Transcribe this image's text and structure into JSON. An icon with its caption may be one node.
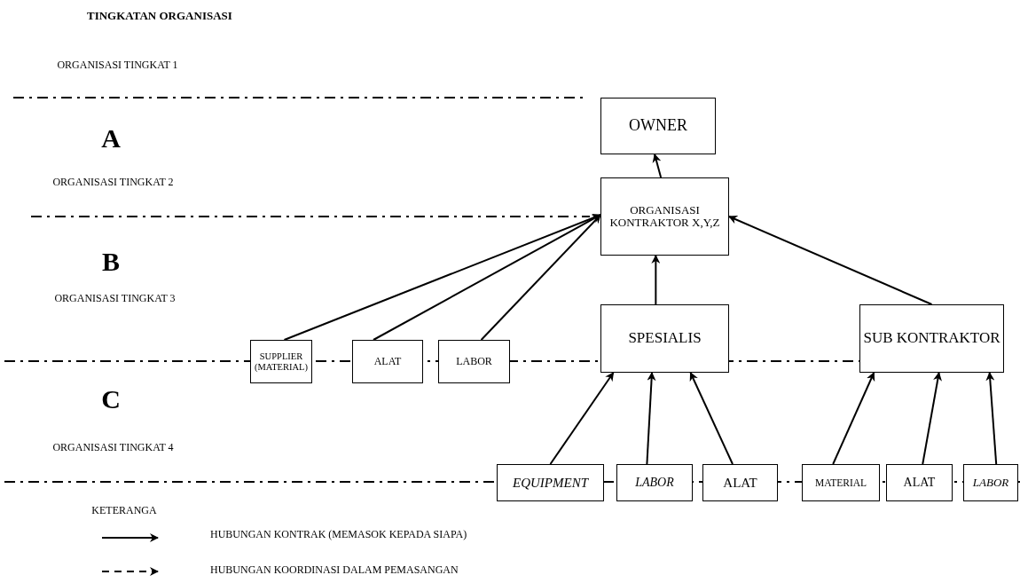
{
  "diagram": {
    "title": "TINGKATAN ORGANISASI",
    "nodes": [
      {
        "text": [
          "OWNER"
        ]
      },
      {
        "text": [
          "ORGANISASI KONTRAKTOR X,Y,Z"
        ]
      },
      {
        "text": [
          "SUPPLIER (MATERIAL)"
        ]
      },
      {
        "text": [
          "ALAT"
        ]
      },
      {
        "text": [
          "LABOR"
        ]
      },
      {
        "text": [
          "SPESIALIS"
        ]
      },
      {
        "text": [
          "SUB KONTRAKTOR"
        ]
      },
      {
        "text": [
          "EQUIPMENT"
        ]
      },
      {
        "text": [
          "LABOR"
        ]
      },
      {
        "text": [
          "ALAT"
        ]
      },
      {
        "text": [
          "MATERIAL"
        ]
      },
      {
        "text": [
          "ALAT"
        ]
      },
      {
        "text": [
          "LABOR"
        ]
      }
    ],
    "edges": [
      {
        "from": 1,
        "to": 0,
        "arrow": "to"
      },
      {
        "from": 2,
        "to": 1,
        "arrow": "to"
      },
      {
        "from": 3,
        "to": 1,
        "arrow": "to"
      },
      {
        "from": 4,
        "to": 1,
        "arrow": "to"
      },
      {
        "from": 5,
        "to": 1,
        "arrow": "to"
      },
      {
        "from": 6,
        "to": 1,
        "arrow": "to"
      },
      {
        "from": 7,
        "to": 5,
        "arrow": "to"
      },
      {
        "from": 8,
        "to": 5,
        "arrow": "to"
      },
      {
        "from": 9,
        "to": 5,
        "arrow": "to"
      },
      {
        "from": 10,
        "to": 6,
        "arrow": "to"
      },
      {
        "from": 11,
        "to": 6,
        "arrow": "to"
      },
      {
        "from": 12,
        "to": 6,
        "arrow": "to"
      }
    ],
    "labels": [
      "ORGANISASI TINGKAT 1",
      "A",
      "ORGANISASI TINGKAT 2",
      "B",
      "ORGANISASI TINGKAT 3",
      "C",
      "ORGANISASI TINGKAT 4",
      "KETERANGA"
    ],
    "legend": [
      {
        "text": "HUBUNGAN KONTRAK (MEMASOK KEPADA SIAPA)"
      },
      {
        "text": "HUBUNGAN KOORDINASI DALAM PEMASANGAN"
      }
    ]
  }
}
